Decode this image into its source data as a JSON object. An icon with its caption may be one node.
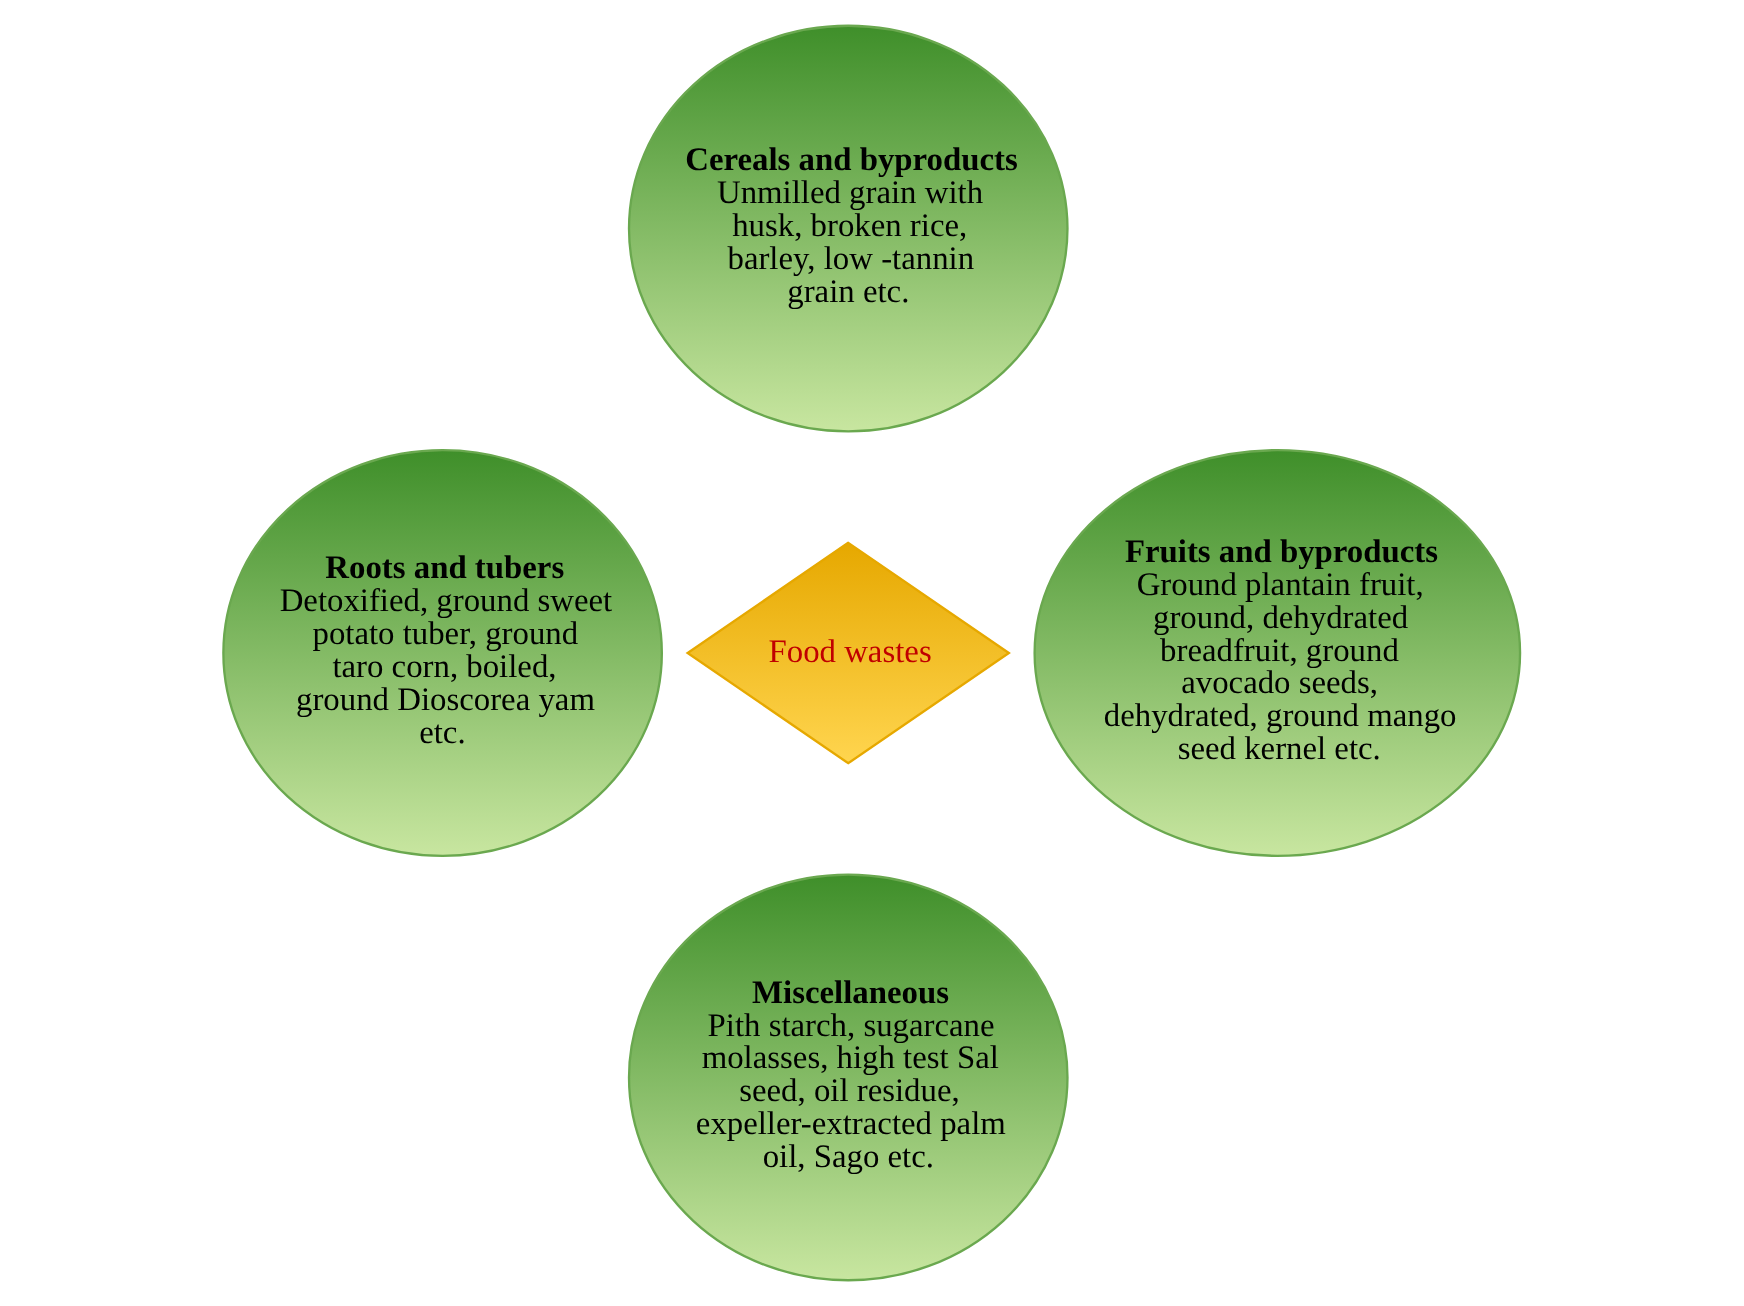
{
  "diagram": {
    "nodes": [
      {
        "text": [
          "Cereals and byproducts",
          "Unmilled grain with husk, broken rice, barley, low -tannin grain etc."
        ]
      },
      {
        "text": [
          "Roots and tubers",
          "Detoxified, ground sweet potato tuber, ground taro corn, boiled, ground Dioscorea yam etc."
        ]
      },
      {
        "text": [
          "Food wastes"
        ]
      },
      {
        "text": [
          "Fruits and byproducts",
          "Ground plantain fruit, ground, dehydrated breadfruit, ground avocado seeds, dehydrated, ground mango seed kernel etc."
        ]
      },
      {
        "text": [
          "Miscellaneous",
          "Pith starch, sugarcane molasses, high test Sal seed, oil residue, expeller-extracted palm oil, Sago etc."
        ]
      }
    ]
  }
}
